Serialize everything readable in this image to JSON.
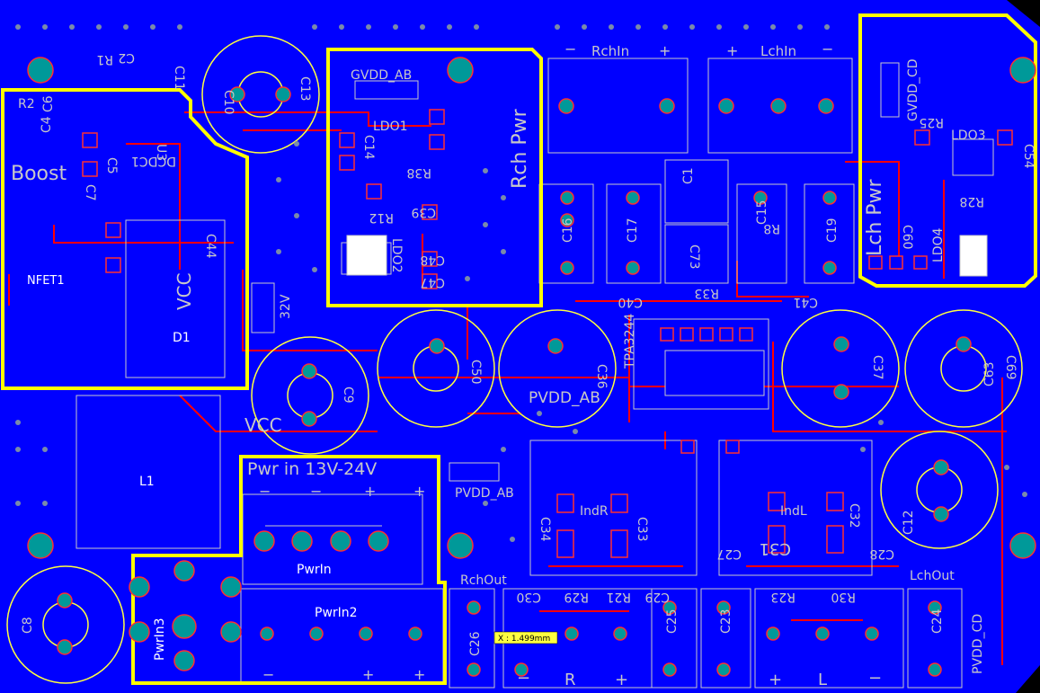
{
  "labels": {
    "boost": "Boost",
    "nfet1": "NFET1",
    "vcc_left": "VCC",
    "d1": "D1",
    "r2": "R2",
    "c6": "C6",
    "c4": "C4",
    "c2": "C2",
    "r1": "R1",
    "c11": "C11",
    "c10": "C10",
    "c13": "C13",
    "dcdc1": "DCDC1",
    "u3": "U3",
    "c5": "C5",
    "c7": "C7",
    "gvdd_ab": "GVDD_AB",
    "ldo1": "LDO1",
    "c14": "C14",
    "r38": "R38",
    "c39": "C39",
    "r12": "R12",
    "ldo2": "LDO2",
    "c48": "C48",
    "c47": "C47",
    "rch_pwr": "Rch Pwr",
    "rchin": "RchIn",
    "rchin_minus": "−",
    "rchin_plus": "+",
    "lchin": "LchIn",
    "lchin_plus": "+",
    "lchin_minus": "−",
    "c1": "C1",
    "c73": "C73",
    "c15": "C15",
    "r8": "R8",
    "c16": "C16",
    "c17": "C17",
    "c19": "C19",
    "gvdd_cd": "GVDD_CD",
    "ldo3": "LDO3",
    "r25": "R25",
    "lch_pwr": "Lch Pwr",
    "ldo4": "LDO4",
    "r28": "R28",
    "c54": "C54",
    "c60": "C60",
    "c63": "C63",
    "c44": "C44",
    "c9": "C9",
    "vcc_mid": "VCC",
    "c50": "C50",
    "pvdd_ab": "PVDD_AB",
    "c36": "C36",
    "tpa": "TPA3244",
    "c40": "C40",
    "r33": "R33",
    "c41": "C41",
    "c37": "C37",
    "c69": "C69",
    "v32": "32V",
    "l1": "L1",
    "pwr_in": "Pwr in 13V-24V",
    "pwrin": "PwrIn",
    "pwrin2": "PwrIn2",
    "pwrin3": "PwrIn3",
    "pwr_pins": [
      "−",
      "−",
      "+",
      "+"
    ],
    "pwr2_pins": [
      "−",
      "+",
      "+"
    ],
    "pvdd_ab_lower": "PVDD_AB",
    "indr": "IndR",
    "c34": "C34",
    "c33": "C33",
    "indl": "IndL",
    "c32": "C32",
    "c27": "C27",
    "c28": "C28",
    "c31": "C31",
    "c12": "C12",
    "c8": "C8",
    "rchout": "RchOut",
    "c30": "C30",
    "r29": "R29",
    "r21": "R21",
    "c29": "C29",
    "c26": "C26",
    "c25": "C25",
    "c23": "C23",
    "r23": "R23",
    "r30": "R30",
    "lchout": "LchOut",
    "c24": "C24",
    "r_label": "R",
    "l_label": "L",
    "pvdd_cd": "PVDD_CD",
    "out_minus_r": "−",
    "out_minus_l": "−",
    "out_plus_r": "+",
    "out_plus_l": "+"
  },
  "cursor_readout": "X : 1.499mm",
  "colors": {
    "board": "#0000ff",
    "silk": "#c8c8c8",
    "highlight": "#ffff00",
    "copper_top": "#ff0000",
    "pad": "#00a0a0",
    "background": "#000000"
  }
}
